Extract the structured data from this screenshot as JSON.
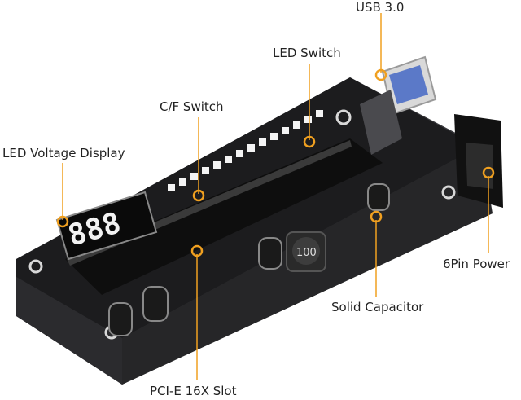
{
  "labels": {
    "usb": "USB 3.0",
    "led_switch": "LED Switch",
    "cf_switch": "C/F Switch",
    "led_voltage": "LED Voltage Display",
    "six_pin": "6Pin Power",
    "solid_cap": "Solid Capacitor",
    "pcie_slot": "PCI-E 16X Slot"
  },
  "board_marks": {
    "inductor": "100",
    "display_digits": "888"
  },
  "colors": {
    "callout": "#f0a020",
    "board": "#1c1c1e",
    "label_text": "#222222"
  }
}
